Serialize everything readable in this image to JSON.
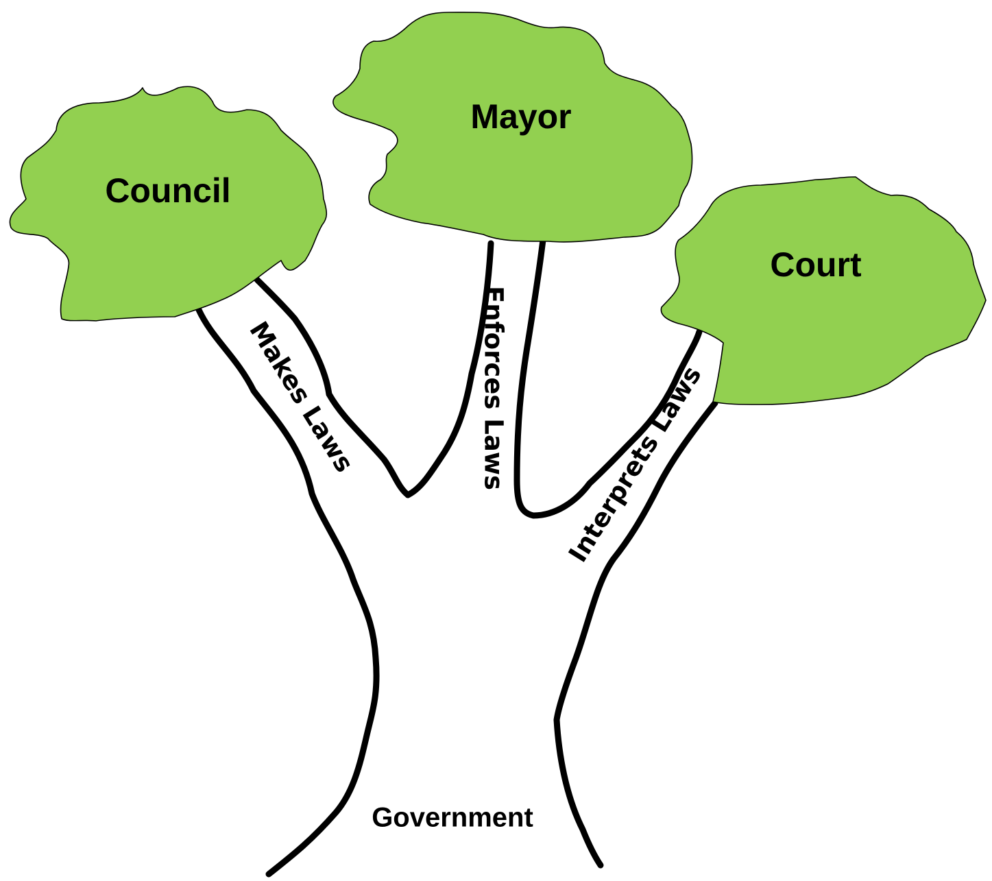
{
  "diagram": {
    "trunk": {
      "label": "Government"
    },
    "branches": [
      {
        "id": "council",
        "canopy_label": "Council",
        "branch_label": "Makes Laws"
      },
      {
        "id": "mayor",
        "canopy_label": "Mayor",
        "branch_label": "Enforces Laws"
      },
      {
        "id": "court",
        "canopy_label": "Court",
        "branch_label": "Interprets Laws"
      }
    ],
    "colors": {
      "canopy": "#92d050",
      "outline": "#000000",
      "background": "#ffffff"
    }
  }
}
